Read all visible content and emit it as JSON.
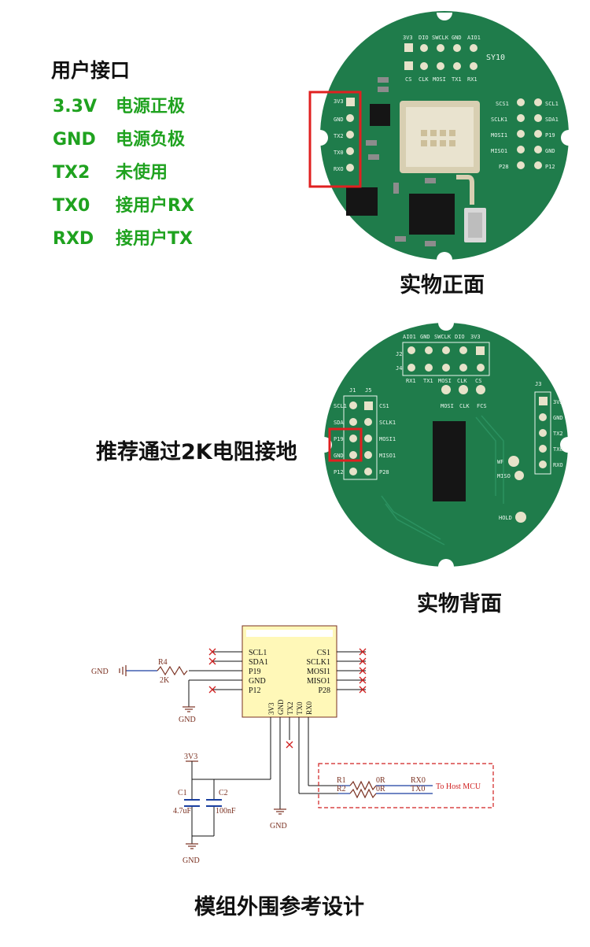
{
  "interface": {
    "title": "用户接口",
    "pins": [
      {
        "name": "3.3V",
        "desc": "电源正极"
      },
      {
        "name": "GND",
        "desc": "电源负极"
      },
      {
        "name": "TX2",
        "desc": "未使用"
      },
      {
        "name": "TX0",
        "desc": "接用户RX"
      },
      {
        "name": "RXD",
        "desc": "接用户TX"
      }
    ]
  },
  "front": {
    "caption": "实物正面",
    "top_labels": [
      "3V3",
      "DIO",
      "SWCLK",
      "GND",
      "AIO1"
    ],
    "bottom_labels": [
      "CS",
      "CLK",
      "MOSI",
      "TX1",
      "RX1"
    ],
    "marking": "SY10",
    "left_labels": [
      "3V3",
      "GND",
      "TX2",
      "TX0",
      "RXO"
    ],
    "right_labels_a": [
      "SCS1",
      "SCLK1",
      "MOSI1",
      "MISO1",
      "P28"
    ],
    "right_labels_b": [
      "SCL1",
      "SDA1",
      "P19",
      "GND",
      "P12"
    ],
    "colors": {
      "pcb": "#1f7c4b",
      "highlight": "#e02020"
    }
  },
  "back": {
    "note": "推荐通过2K电阻接地",
    "caption": "实物背面",
    "top_labels": [
      "AIO1",
      "GND",
      "SWCLK",
      "DIO",
      "3V3"
    ],
    "bottom_labels": [
      "RX1",
      "TX1",
      "MOSI",
      "CLK",
      "CS"
    ],
    "j_labels": [
      "J1",
      "J5",
      "J3",
      "J4",
      "J2"
    ],
    "left_a": [
      "SCL1",
      "SDA",
      "P19",
      "GND",
      "P12"
    ],
    "left_b": [
      "CS1",
      "SCLK1",
      "MOSI1",
      "MISO1",
      "P28"
    ],
    "right": [
      "3V3",
      "GND",
      "TX2",
      "TX0",
      "RXO"
    ],
    "mid": [
      "MOSI",
      "CLK",
      "FCS"
    ],
    "side": [
      "WP",
      "MISO",
      "HOLD"
    ]
  },
  "schematic": {
    "caption": "模组外围参考设计",
    "left_pins": [
      "SCL1",
      "SDA1",
      "P19",
      "GND",
      "P12"
    ],
    "right_pins": [
      "CS1",
      "SCLK1",
      "MOSI1",
      "MISO1",
      "P28"
    ],
    "bottom_pins": [
      "3V3",
      "GND",
      "TX2",
      "TX0",
      "RX0"
    ],
    "r4": {
      "ref": "R4",
      "value": "2K"
    },
    "gnd": "GND",
    "vcc": "3V3",
    "c1": {
      "ref": "C1",
      "value": "4.7uF"
    },
    "c2": {
      "ref": "C2",
      "value": "100nF"
    },
    "r1": {
      "ref": "R1",
      "value": "0R",
      "net": "RX0"
    },
    "r2": {
      "ref": "R2",
      "value": "0R",
      "net": "TX0"
    },
    "host": "To Host MCU"
  }
}
